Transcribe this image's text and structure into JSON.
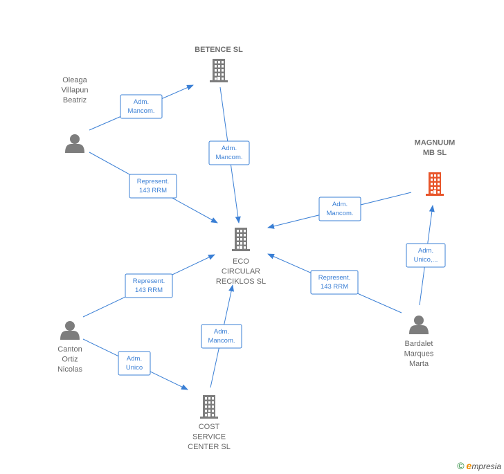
{
  "colors": {
    "edge": "#3a7fd5",
    "building": "#7d7d7d",
    "building_accent": "#e8552a",
    "person": "#7d7d7d"
  },
  "nodes": [
    {
      "id": "betence",
      "kind": "company",
      "lines": [
        "BETENCE  SL"
      ],
      "bold": true
    },
    {
      "id": "eco",
      "kind": "company",
      "lines": [
        "ECO",
        "CIRCULAR",
        "RECIKLOS  SL"
      ],
      "bold": false
    },
    {
      "id": "magnuum",
      "kind": "company-accent",
      "lines": [
        "MAGNUUM",
        "MB  SL"
      ],
      "bold": true
    },
    {
      "id": "cost",
      "kind": "company",
      "lines": [
        "COST",
        "SERVICE",
        "CENTER SL"
      ],
      "bold": false
    },
    {
      "id": "oleaga",
      "kind": "person",
      "lines": [
        "Oleaga",
        "Villapun",
        "Beatriz"
      ],
      "bold": false
    },
    {
      "id": "canton",
      "kind": "person",
      "lines": [
        "Canton",
        "Ortiz",
        "Nicolas"
      ],
      "bold": false
    },
    {
      "id": "bardalet",
      "kind": "person",
      "lines": [
        "Bardalet",
        "Marques",
        "Marta"
      ],
      "bold": false
    }
  ],
  "edges": [
    {
      "from": "oleaga",
      "to": "betence",
      "label": [
        "Adm.",
        "Mancom."
      ]
    },
    {
      "from": "betence",
      "to": "eco",
      "label": [
        "Adm.",
        "Mancom."
      ]
    },
    {
      "from": "oleaga",
      "to": "eco",
      "label": [
        "Represent.",
        "143 RRM"
      ]
    },
    {
      "from": "magnuum",
      "to": "eco",
      "label": [
        "Adm.",
        "Mancom."
      ]
    },
    {
      "from": "bardalet",
      "to": "magnuum",
      "label": [
        "Adm.",
        "Unico,..."
      ]
    },
    {
      "from": "bardalet",
      "to": "eco",
      "label": [
        "Represent.",
        "143 RRM"
      ]
    },
    {
      "from": "canton",
      "to": "eco",
      "label": [
        "Represent.",
        "143 RRM"
      ]
    },
    {
      "from": "canton",
      "to": "cost",
      "label": [
        "Adm.",
        "Unico"
      ]
    },
    {
      "from": "cost",
      "to": "eco",
      "label": [
        "Adm.",
        "Mancom."
      ]
    }
  ],
  "footer": {
    "copyright": "©",
    "brand_initial": "e",
    "brand_rest": "mpresia"
  }
}
